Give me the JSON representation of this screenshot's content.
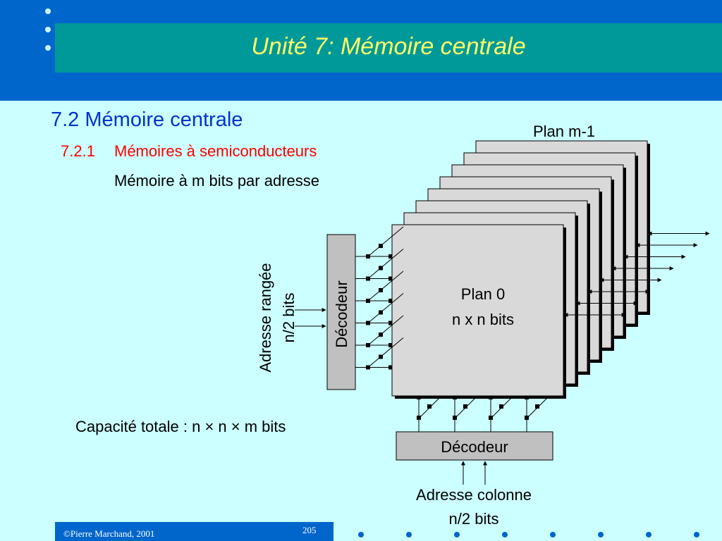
{
  "slide": {
    "title": "Unité 7:  Mémoire centrale",
    "heading": "7.2 Mémoire centrale",
    "subsection_number": "7.2.1",
    "subsection_title": "Mémoires à semiconducteurs",
    "description": "Mémoire à m bits par adresse",
    "capacity": "Capacité totale : n × n × m bits"
  },
  "diagram": {
    "plane_top_label": "Plan m-1",
    "plane_front_label_line1": "Plan 0",
    "plane_front_label_line2": "n x n bits",
    "row_decoder_label": "Décodeur",
    "column_decoder_label": "Décodeur",
    "row_address_line1": "Adresse rangée",
    "row_address_line2": "n/2 bits",
    "column_address_line1": "Adresse colonne",
    "column_address_line2": "n/2 bits",
    "plane_count": 8,
    "row_line_count": 6,
    "column_line_count": 4
  },
  "footer": {
    "copyright": "©Pierre Marchand, 2001",
    "page_number": "205"
  },
  "colors": {
    "background": "#ccffff",
    "band": "#0066cc",
    "title_box": "#009999",
    "title_text": "#ffff66",
    "heading": "#0033cc",
    "subsection": "#ff0000",
    "plane_fill": "#d9d9d9",
    "decoder_fill": "#c0c0c0"
  }
}
